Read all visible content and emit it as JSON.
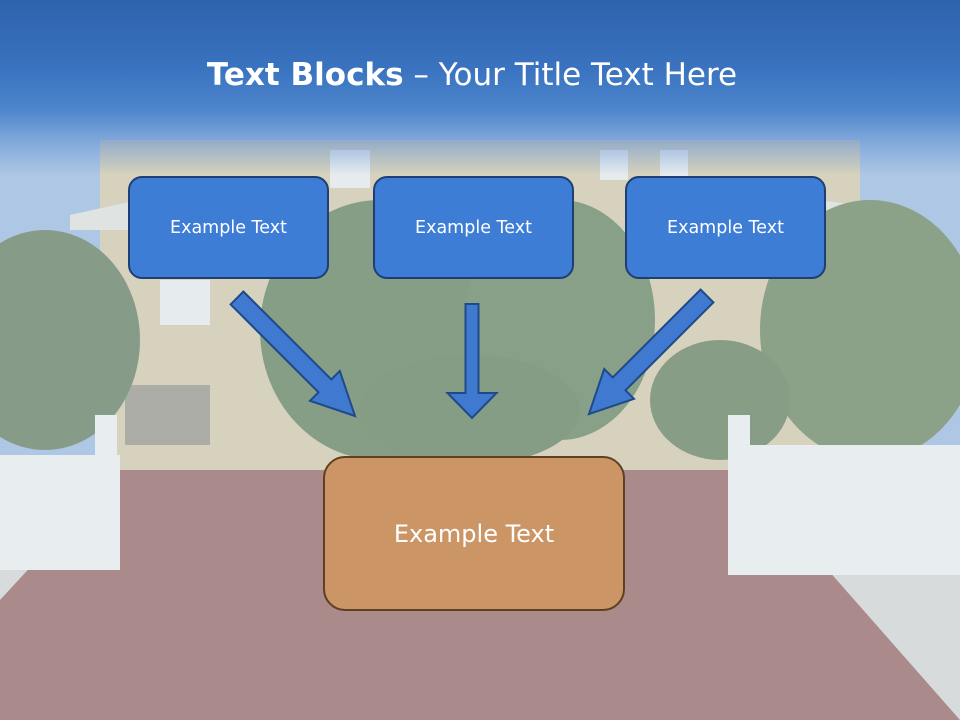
{
  "title": {
    "bold": "Text Blocks",
    "dash": " – ",
    "rest": "Your Title Text Here"
  },
  "boxes": [
    {
      "label": "Example Text"
    },
    {
      "label": "Example Text"
    },
    {
      "label": "Example Text"
    }
  ],
  "target_box": {
    "label": "Example Text"
  },
  "colors": {
    "title_band": "#3a73c0",
    "box_fill": "#3d7dd6",
    "box_border": "#1f3f73",
    "target_fill": "#cc9566",
    "target_border": "#5e4022",
    "arrow_fill": "#3f7ad0",
    "arrow_stroke": "#1f4a8a"
  }
}
